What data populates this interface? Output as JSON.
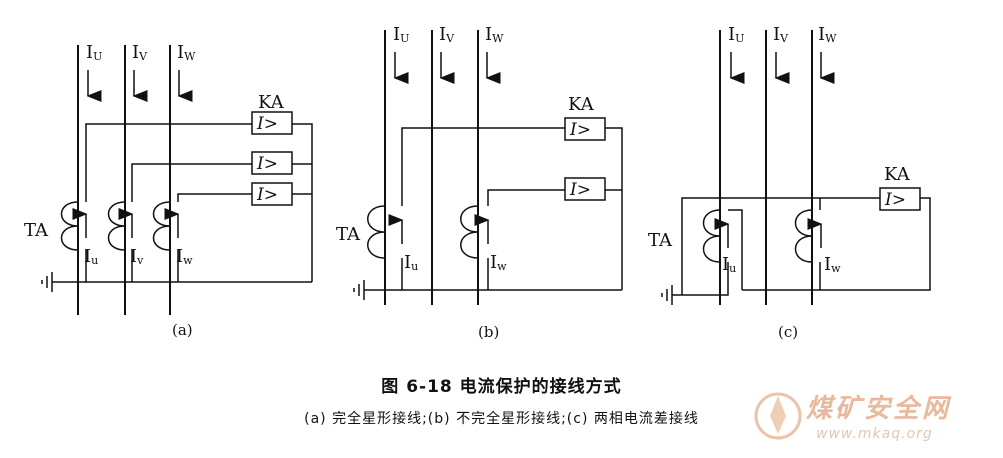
{
  "phases": {
    "u": "I",
    "u_sub": "U",
    "v": "I",
    "v_sub": "V",
    "w": "I",
    "w_sub": "W"
  },
  "relay": {
    "label": "KA",
    "symbol": "I>"
  },
  "ct_label": "TA",
  "secondary": {
    "iu": "I",
    "iu_sub": "u",
    "iv": "I",
    "iv_sub": "v",
    "iw": "I",
    "iw_sub": "w"
  },
  "subfigures": {
    "a": "(a)",
    "b": "(b)",
    "c": "(c)"
  },
  "caption": {
    "title": "图 6-18   电流保护的接线方式",
    "subtitle": "(a) 完全星形接线;(b) 不完全星形接线;(c) 两相电流差接线"
  },
  "watermark": {
    "text": "煤矿安全网",
    "url": "www.mkaq.org"
  }
}
